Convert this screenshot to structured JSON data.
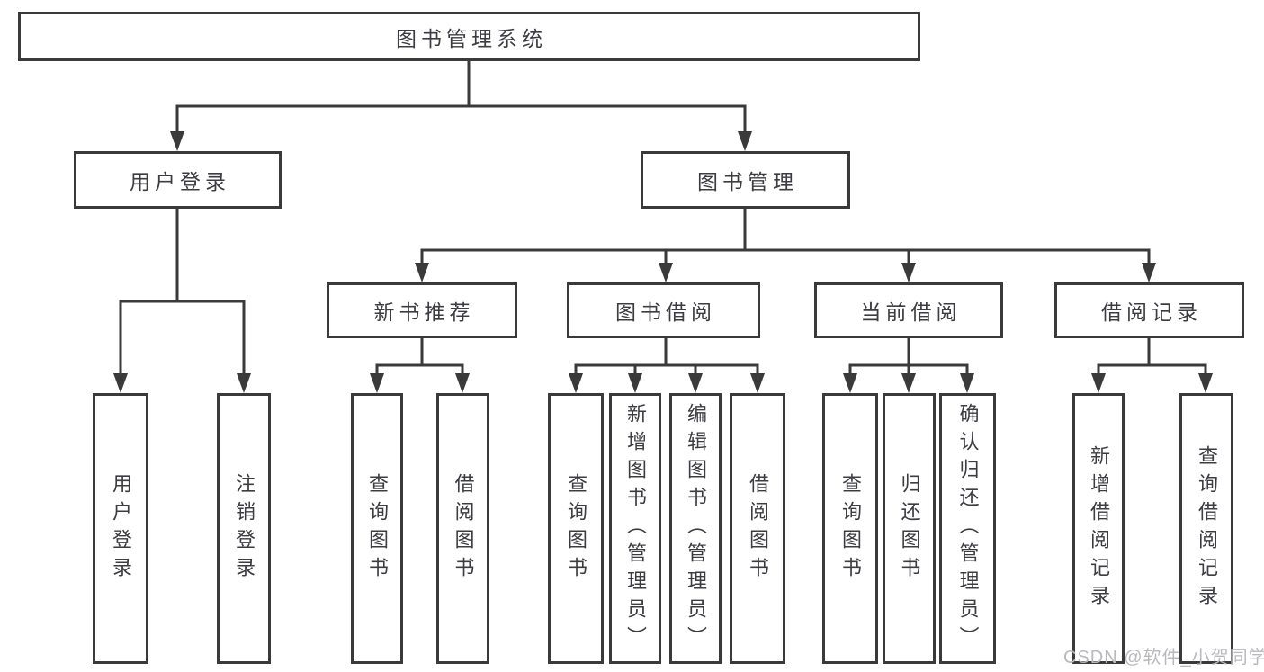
{
  "diagram": {
    "root": {
      "label": "图书管理系统"
    },
    "branches": [
      {
        "label": "用户登录",
        "children": [
          {
            "label": "用户登录"
          },
          {
            "label": "注销登录"
          }
        ]
      },
      {
        "label": "图书管理",
        "children": [
          {
            "label": "新书推荐",
            "children": [
              {
                "label": "查询图书"
              },
              {
                "label": "借阅图书"
              }
            ]
          },
          {
            "label": "图书借阅",
            "children": [
              {
                "label": "查询图书"
              },
              {
                "label": "新增图书（管理员）"
              },
              {
                "label": "编辑图书（管理员）"
              },
              {
                "label": "借阅图书"
              }
            ]
          },
          {
            "label": "当前借阅",
            "children": [
              {
                "label": "查询图书"
              },
              {
                "label": "归还图书"
              },
              {
                "label": "确认归还（管理员）"
              }
            ]
          },
          {
            "label": "借阅记录",
            "children": [
              {
                "label": "新增借阅记录"
              },
              {
                "label": "查询借阅记录"
              }
            ]
          }
        ]
      }
    ]
  },
  "watermark": {
    "text": "CSDN @软件_小贺同学"
  },
  "colors": {
    "line": "#3a3a3a",
    "border": "#3a3a3a",
    "text": "#3c3c41",
    "watermark": "#b9b9bd",
    "background": "#ffffff"
  }
}
